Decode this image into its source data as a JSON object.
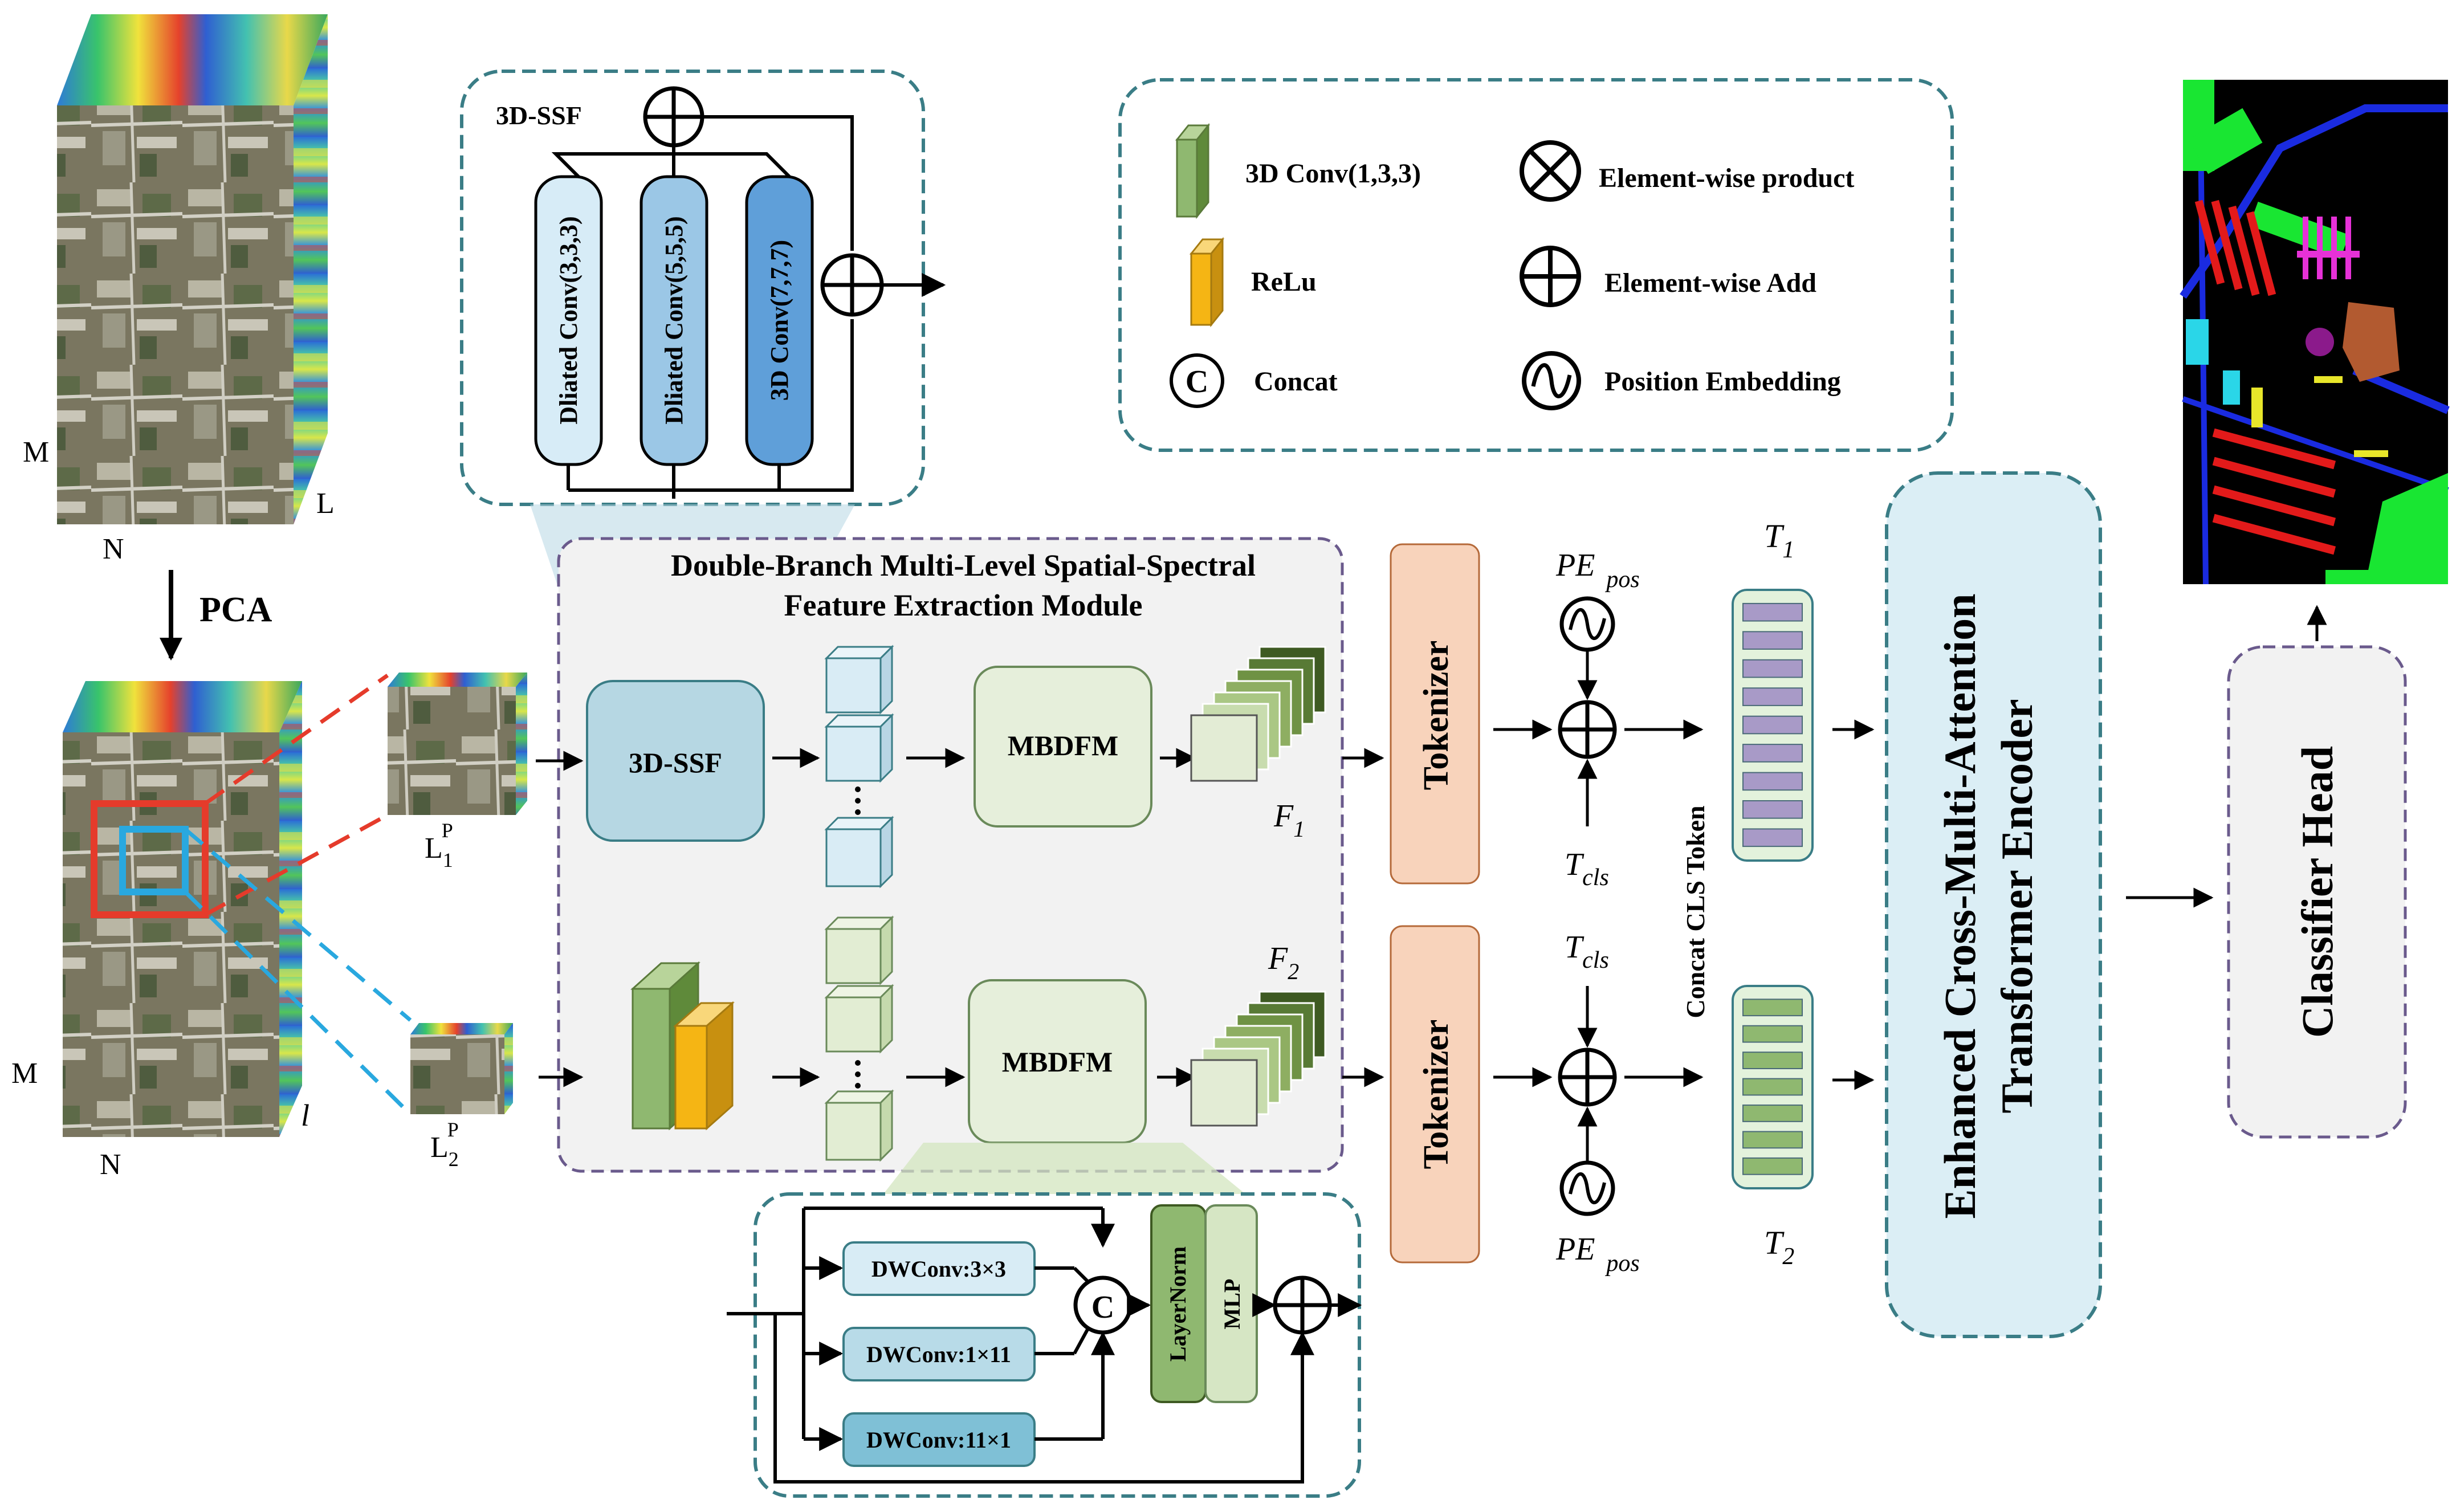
{
  "dimensions": {
    "input_M": "M",
    "input_N": "N",
    "input_L": "L",
    "pca_M": "M",
    "pca_N": "N",
    "pca_l": "l"
  },
  "pca_label": "PCA",
  "patches": {
    "p1_base": "L",
    "p1_sub": "1",
    "p1_sup": "P",
    "p2_base": "L",
    "p2_sub": "2",
    "p2_sup": "P"
  },
  "ssf_detail": {
    "title": "3D-SSF",
    "branches": [
      "Dliated Conv(3,3,3)",
      "Dliated Conv(5,5,5)",
      "3D Conv(7,7,7)"
    ]
  },
  "legend": {
    "items": [
      {
        "icon": "green-3d-conv-block",
        "label": "3D Conv(1,3,3)"
      },
      {
        "icon": "element-wise-product-icon",
        "label": "Element-wise product"
      },
      {
        "icon": "orange-relu-block",
        "label": "ReLu"
      },
      {
        "icon": "element-wise-add-icon",
        "label": "Element-wise Add"
      },
      {
        "icon": "concat-icon",
        "label": "Concat"
      },
      {
        "icon": "position-embedding-icon",
        "label": "Position Embedding"
      }
    ]
  },
  "module": {
    "title_line1": "Double-Branch Multi-Level Spatial-Spectral",
    "title_line2": "Feature Extraction Module",
    "ssf_label": "3D-SSF",
    "mbdfm_top": "MBDFM",
    "mbdfm_bottom": "MBDFM",
    "f1_base": "F",
    "f1_sub": "1",
    "f2_base": "F",
    "f2_sub": "2"
  },
  "mbdfm_detail": {
    "dwconv": [
      "DWConv:3×3",
      "DWConv:1×11",
      "DWConv:11×1"
    ],
    "concat_symbol": "C",
    "layernorm": "LayerNorm",
    "mlp": "MLP"
  },
  "tokenizer": {
    "top": "Tokenizer",
    "bottom": "Tokenizer"
  },
  "embedding": {
    "pe_base": "PE",
    "pe_sub": "pos",
    "tcls_base": "T",
    "tcls_sub": "cls",
    "concat_cls": "Concat CLS Token"
  },
  "tokens": {
    "t1_base": "T",
    "t1_sub": "1",
    "t2_base": "T",
    "t2_sub": "2",
    "t1_count": 9,
    "t2_count": 7
  },
  "encoder": {
    "line1": "Enhanced Cross-Multi-Attention",
    "line2": "Transformer Encoder"
  },
  "classifier": {
    "label": "Classifier Head"
  },
  "colors": {
    "dash_teal": "#3a7d86",
    "dash_purple": "#6a5a8c",
    "module_bg": "#f2f2f2",
    "ssf_box": "#b6d7e3",
    "mbdfm_box": "#e6efdb",
    "tokenizer": "#f8d3bb",
    "encoder": "#dbeef5",
    "classifier": "#f2f2f2",
    "token_purple": "#a89ac7",
    "token_green": "#8fb870",
    "branch_light": "#d7ecf7",
    "branch_mid": "#9bc7e6",
    "branch_dark": "#5f9fd9",
    "conv_green": "#8fb870",
    "relu_orange": "#f5b514",
    "patch_red": "#e53b2b",
    "patch_blue": "#29a8df"
  }
}
